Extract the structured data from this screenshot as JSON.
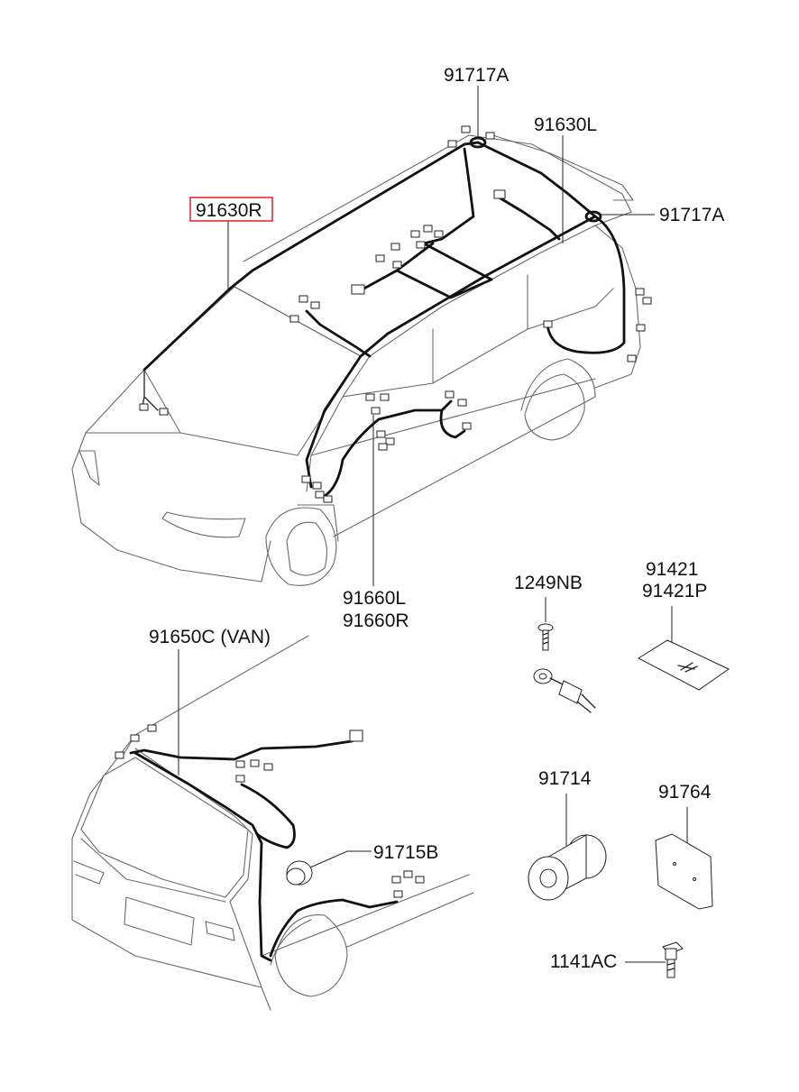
{
  "highlight_color": "#e02020",
  "labels": {
    "grommet_top": "91717A",
    "roof_left": "91630L",
    "grommet_right": "91717A",
    "roof_right": "91630R",
    "door_harness_l": "91660L",
    "door_harness_r": "91660R",
    "screw": "1249NB",
    "pad_a": "91421",
    "pad_b": "91421P",
    "tailgate": "91650C (VAN)",
    "plug": "91715B",
    "grommet": "91714",
    "cover": "91764",
    "bolt": "1141AC"
  }
}
